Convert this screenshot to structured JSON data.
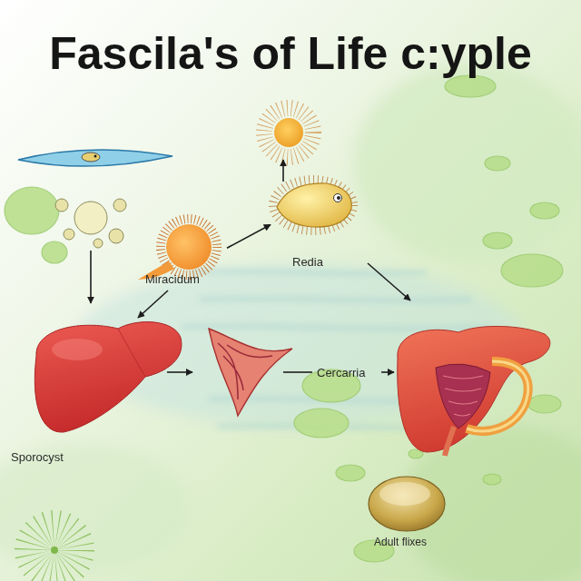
{
  "diagram": {
    "title": "Fascila's of Life c:yple",
    "nodes": [
      {
        "text": [
          "Miracidum"
        ]
      },
      {
        "text": [
          "Redia"
        ]
      },
      {
        "text": [
          "Sporocyst"
        ]
      },
      {
        "text": [
          "Cercarria"
        ]
      },
      {
        "text": [
          "Adult flixes"
        ]
      }
    ],
    "edges": [
      {
        "from": 0,
        "to": 2,
        "arrow": "to"
      },
      {
        "from": 0,
        "to": 1,
        "arrow": "to"
      }
    ]
  }
}
